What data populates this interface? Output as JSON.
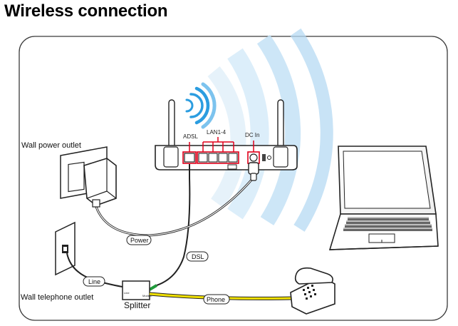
{
  "title": "Wireless connection",
  "labels": {
    "adsl": "ADSL",
    "lan": "LAN1-4",
    "dc_in": "DC In",
    "wall_power_outlet": "Wall power outlet",
    "wall_telephone_outlet": "Wall telephone outlet",
    "splitter": "Splitter",
    "splitter_port_line": "Line",
    "splitter_port_modem": "Modem"
  },
  "cables": {
    "power": "Power",
    "dsl": "DSL",
    "line": "Line",
    "phone": "Phone"
  },
  "colors": {
    "frame_border": "#3a3a3a",
    "wave_blue": "#2b9de0",
    "wave_light": "#cfe8f8",
    "port_highlight": "#e0001a",
    "dsl_cable_green": "#1f9a3a",
    "phone_cable_yellow": "#f0e000",
    "device_gray": "#d8d8d8",
    "line_dark": "#222222"
  }
}
